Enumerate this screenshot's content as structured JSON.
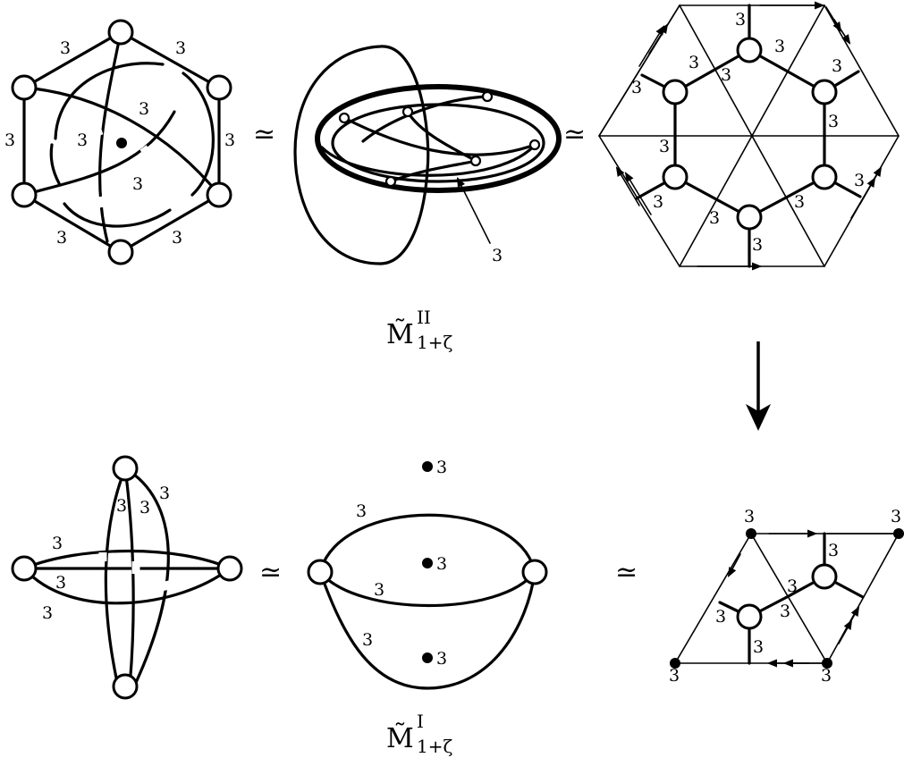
{
  "labels": {
    "three": "3",
    "simeq": "≃"
  },
  "captions": {
    "top": {
      "main": "M̃",
      "sup": "II",
      "sub": "1+ζ"
    },
    "bottom": {
      "main": "M̃",
      "sup": "I",
      "sub": "1+ζ"
    }
  },
  "colors": {
    "ink": "#000000",
    "paper": "#ffffff"
  },
  "icons": {
    "transition_arrow": "arrow-down-icon",
    "edge_direction": "arrowhead-icon"
  }
}
